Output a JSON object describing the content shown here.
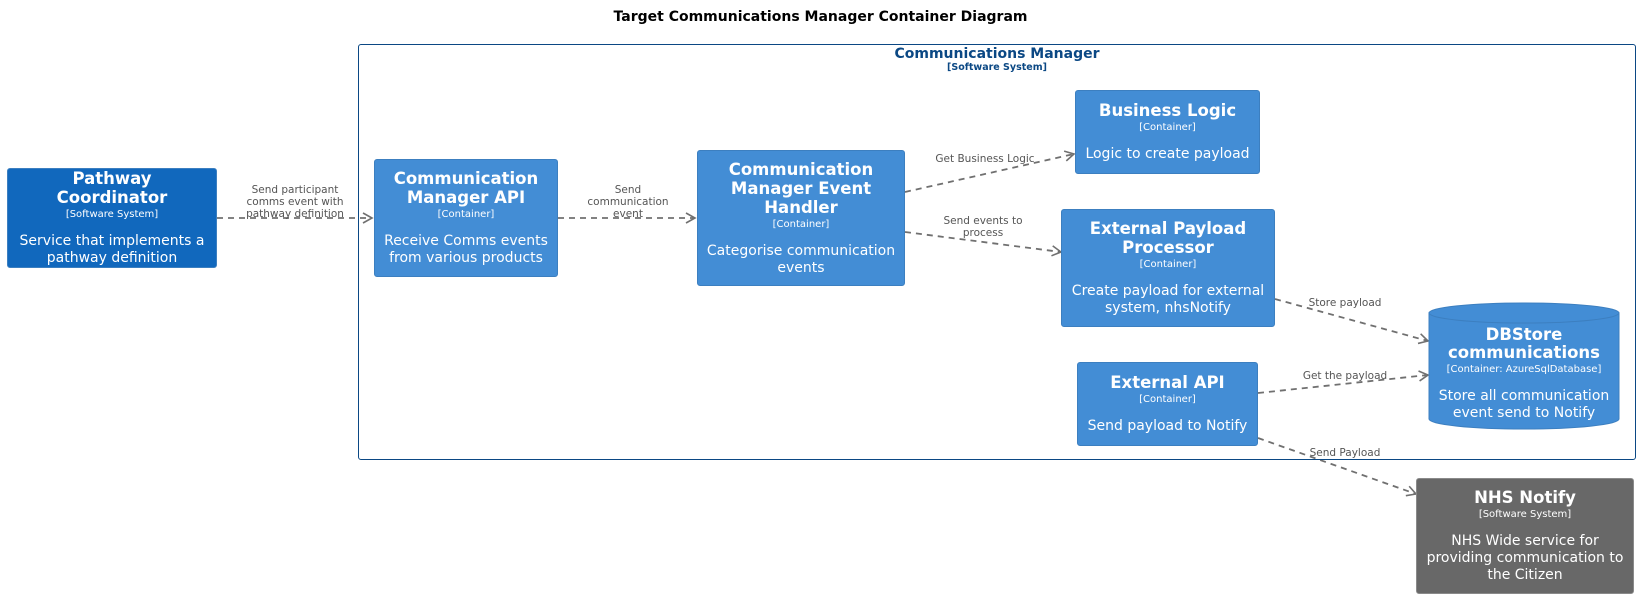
{
  "title": "Target Communications Manager Container Diagram",
  "boundary": {
    "name": "Communications Manager",
    "type": "[Software System]"
  },
  "elements": {
    "pathway_coordinator": {
      "name": "Pathway Coordinator",
      "type": "[Software System]",
      "description": "Service that implements a pathway definition"
    },
    "cm_api": {
      "name": "Communication Manager API",
      "type": "[Container]",
      "description": "Receive Comms events from various products"
    },
    "cm_event_handler": {
      "name": "Communication Manager Event Handler",
      "type": "[Container]",
      "description": "Categorise communication events"
    },
    "business_logic": {
      "name": "Business Logic",
      "type": "[Container]",
      "description": "Logic to create payload"
    },
    "ext_payload_processor": {
      "name": "External Payload Processor",
      "type": "[Container]",
      "description": "Create payload for external system, nhsNotify"
    },
    "external_api": {
      "name": "External API",
      "type": "[Container]",
      "description": "Send payload to Notify"
    },
    "dbstore": {
      "name": "DBStore communications",
      "type": "[Container: AzureSqlDatabase]",
      "description": "Store all communication event send to Notify"
    },
    "nhs_notify": {
      "name": "NHS Notify",
      "type": "[Software System]",
      "description": "NHS Wide service for providing communication to the Citizen"
    }
  },
  "relationships": [
    {
      "from": "pathway_coordinator",
      "to": "cm_api",
      "label": "Send participant comms event with pathway definition"
    },
    {
      "from": "cm_api",
      "to": "cm_event_handler",
      "label": "Send communication event"
    },
    {
      "from": "cm_event_handler",
      "to": "business_logic",
      "label": "Get Business Logic"
    },
    {
      "from": "cm_event_handler",
      "to": "ext_payload_processor",
      "label": "Send events to process"
    },
    {
      "from": "ext_payload_processor",
      "to": "dbstore",
      "label": "Store payload"
    },
    {
      "from": "external_api",
      "to": "dbstore",
      "label": "Get the payload"
    },
    {
      "from": "external_api",
      "to": "nhs_notify",
      "label": "Send Payload"
    }
  ],
  "colors": {
    "software_system": "#1168bd",
    "container": "#438dd5",
    "external_system": "#686868",
    "boundary": "#0b4884",
    "arrow": "#707070"
  }
}
